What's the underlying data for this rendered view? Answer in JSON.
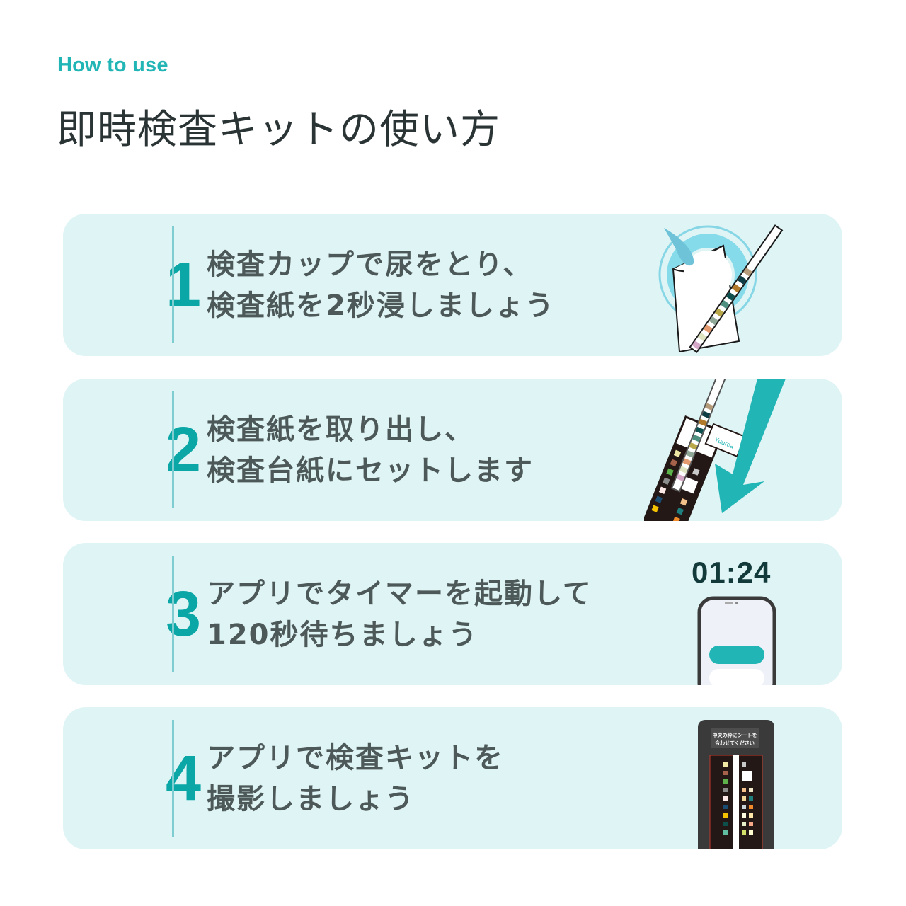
{
  "header": {
    "eyebrow": "How to use",
    "title": "即時検査キットの使い方"
  },
  "colors": {
    "accent": "#22b5b5",
    "number": "#0ba6a6",
    "card_bg": "#dff4f5",
    "divider": "#7fcdd0",
    "text": "#4d5859",
    "title": "#2b3435"
  },
  "steps": [
    {
      "number": "1",
      "line1": "検査カップで尿をとり、",
      "line2": "検査紙を2秒浸しましょう",
      "illustration": "cup-and-test-strip"
    },
    {
      "number": "2",
      "line1": "検査紙を取り出し、",
      "line2": "検査台紙にセットします",
      "illustration": "strip-into-sheet-arrow",
      "brand_label": "Yuurea"
    },
    {
      "number": "3",
      "line1": "アプリでタイマーを起動して",
      "line2": "120秒待ちましょう",
      "illustration": "phone-timer",
      "timer": "01:24"
    },
    {
      "number": "4",
      "line1": "アプリで検査キットを",
      "line2": "撮影しましょう",
      "illustration": "phone-camera-scan",
      "phone_prompt_line1": "中央の枠にシートを",
      "phone_prompt_line2": "合わせてください"
    }
  ]
}
